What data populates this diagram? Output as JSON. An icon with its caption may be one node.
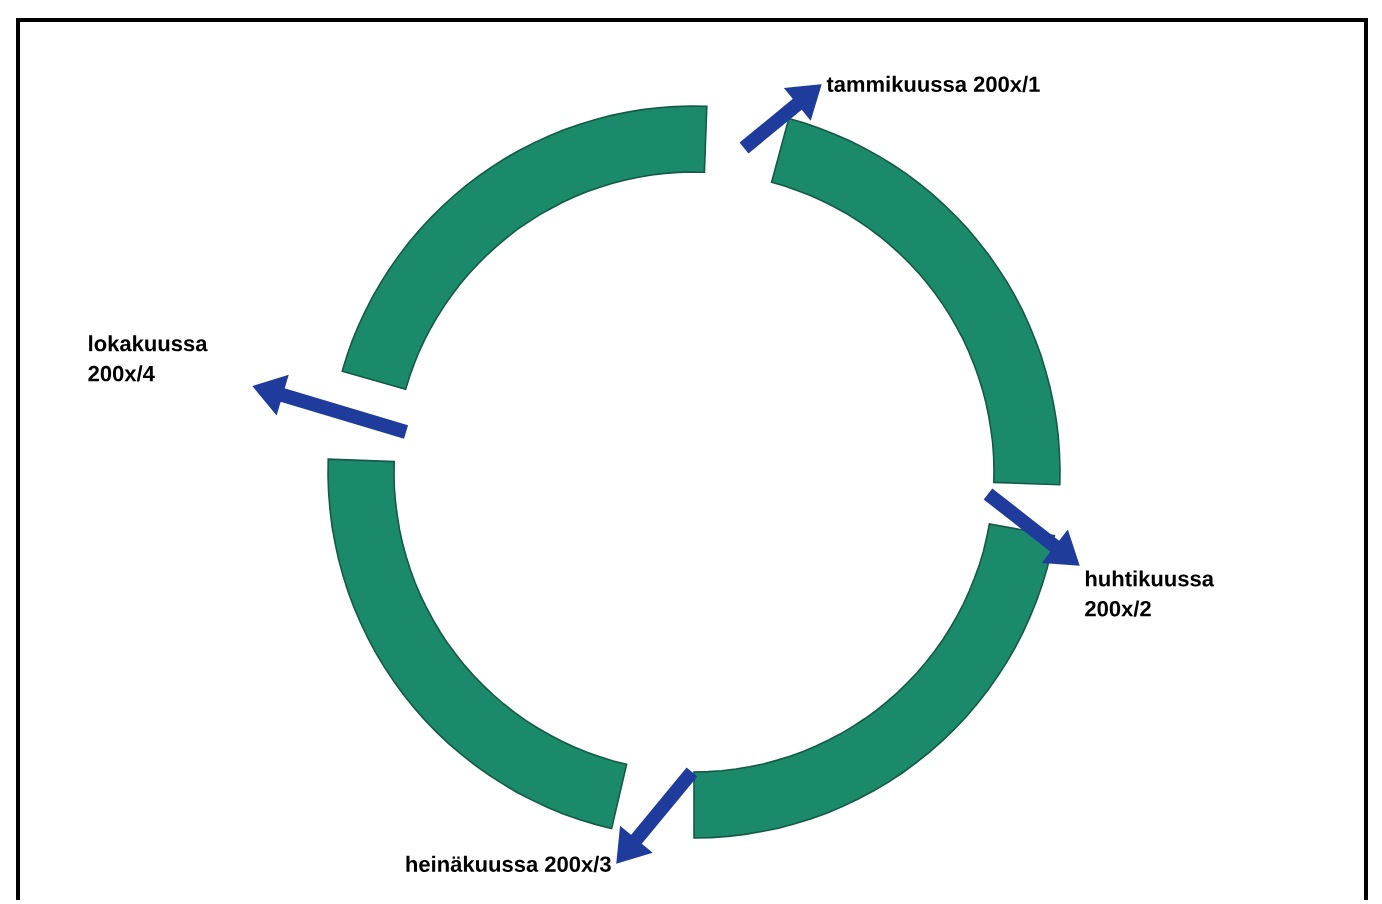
{
  "diagram": {
    "nodes": [
      {
        "text": [
          "tammikuussa 200x/1"
        ]
      },
      {
        "text": [
          "huhtikuussa 200x/2"
        ]
      },
      {
        "text": [
          "heinäkuussa 200x/3"
        ]
      },
      {
        "text": [
          "lokakuussa 200x/4"
        ]
      }
    ],
    "edges": [
      {
        "from": null,
        "to": 0,
        "arrow": "to"
      },
      {
        "from": null,
        "to": 1,
        "arrow": "to"
      },
      {
        "from": null,
        "to": 2,
        "arrow": "to"
      },
      {
        "from": null,
        "to": 3,
        "arrow": "to"
      }
    ]
  }
}
